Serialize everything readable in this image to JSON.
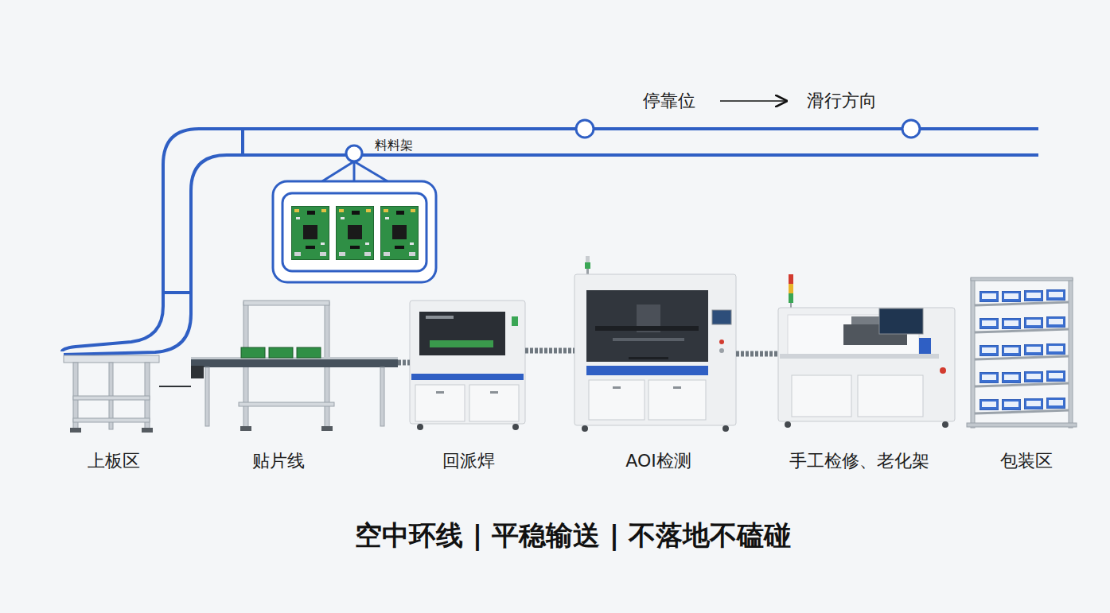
{
  "diagram": {
    "caption": "空中环线 | 平稳输送 | 不落地不磕碰",
    "nodes": [
      {
        "text": [
          "料料架"
        ]
      },
      {
        "text": [
          "上板区"
        ]
      },
      {
        "text": [
          "贴片线"
        ]
      },
      {
        "text": [
          "回派焊"
        ]
      },
      {
        "text": [
          "AOI检测"
        ]
      },
      {
        "text": [
          "手工检修、老化架"
        ]
      },
      {
        "text": [
          "包装区"
        ]
      }
    ],
    "edges": [
      {
        "from": 1,
        "to": 2,
        "arrow": "none"
      },
      {
        "from": 2,
        "to": 3,
        "arrow": "none"
      },
      {
        "from": 3,
        "to": 4,
        "arrow": "none"
      },
      {
        "from": 4,
        "to": 5,
        "arrow": "none"
      }
    ],
    "labels": [
      "停靠位",
      "滑行方向"
    ]
  }
}
